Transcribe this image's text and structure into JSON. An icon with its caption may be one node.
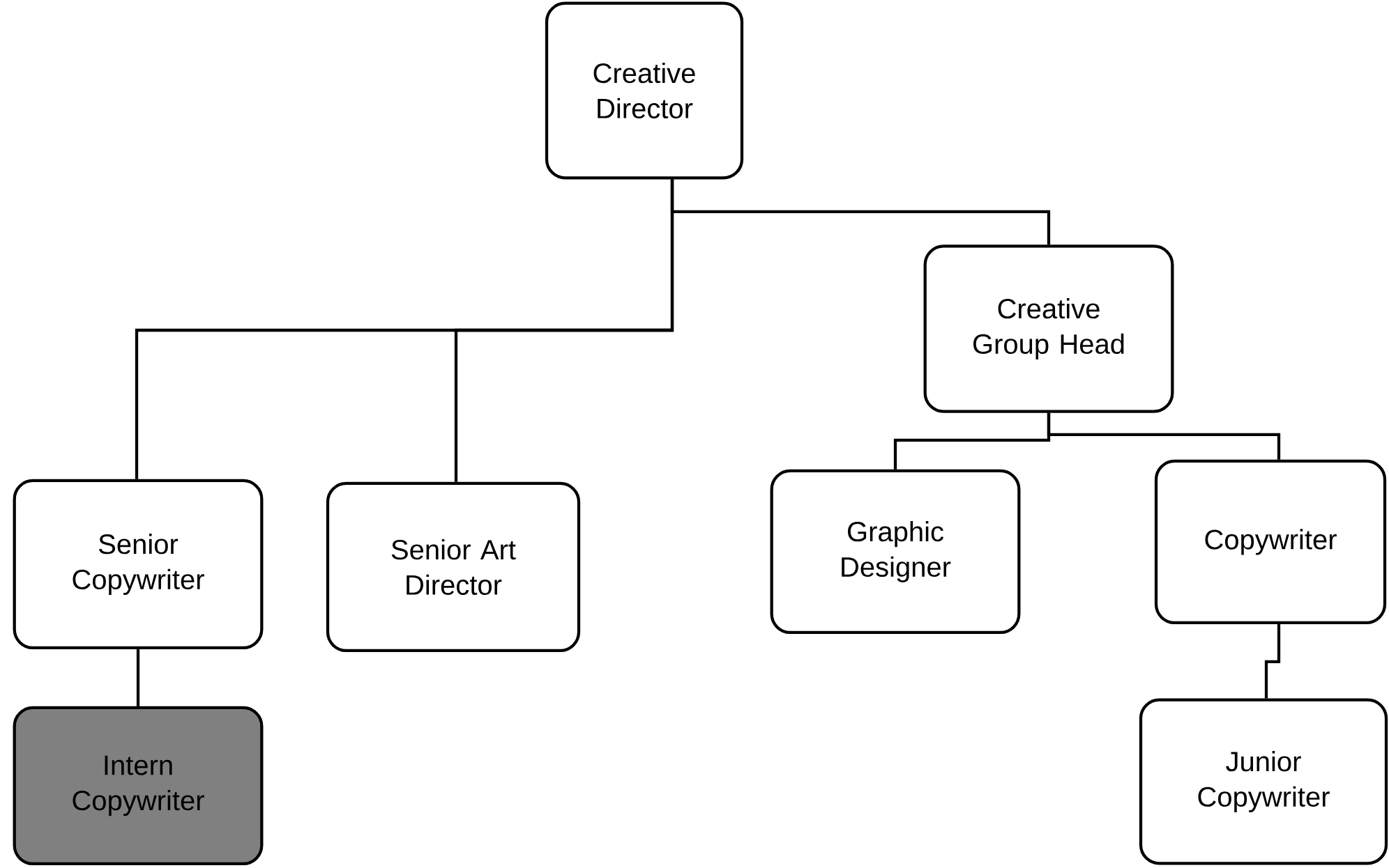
{
  "diagram": {
    "nodes": [
      {
        "text": [
          "Creative Director"
        ]
      },
      {
        "text": [
          "Creative Group Head"
        ]
      },
      {
        "text": [
          "Senior Copywriter"
        ]
      },
      {
        "text": [
          "Senior Art Director"
        ]
      },
      {
        "text": [
          "Graphic Designer"
        ]
      },
      {
        "text": [
          "Copywriter"
        ]
      },
      {
        "text": [
          "Intern Copywriter"
        ]
      },
      {
        "text": [
          "Junior Copywriter"
        ]
      }
    ],
    "edges": [
      {
        "from": 0,
        "to": 1,
        "arrow": "none"
      },
      {
        "from": 0,
        "to": 2,
        "arrow": "none"
      },
      {
        "from": 0,
        "to": 3,
        "arrow": "none"
      },
      {
        "from": 1,
        "to": 4,
        "arrow": "none"
      },
      {
        "from": 1,
        "to": 5,
        "arrow": "none"
      },
      {
        "from": 2,
        "to": 6,
        "arrow": "none"
      },
      {
        "from": 5,
        "to": 7,
        "arrow": "none"
      }
    ]
  }
}
